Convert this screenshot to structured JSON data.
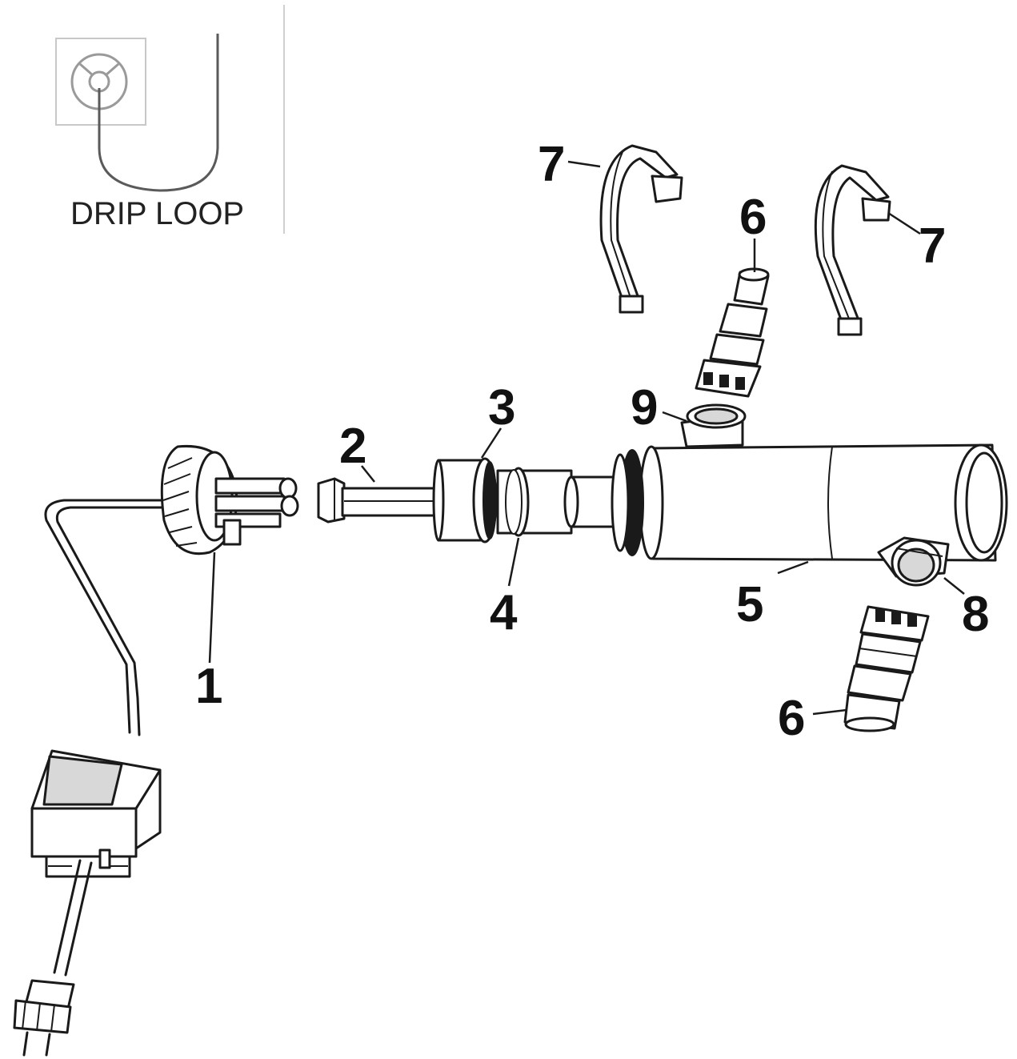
{
  "inset": {
    "caption": "DRIP LOOP"
  },
  "callouts": {
    "part_1": "1",
    "part_2": "2",
    "part_3": "3",
    "part_4": "4",
    "part_5": "5",
    "part_6_top": "6",
    "part_6_bottom": "6",
    "part_7_left": "7",
    "part_7_right": "7",
    "part_8": "8",
    "part_9": "9"
  }
}
